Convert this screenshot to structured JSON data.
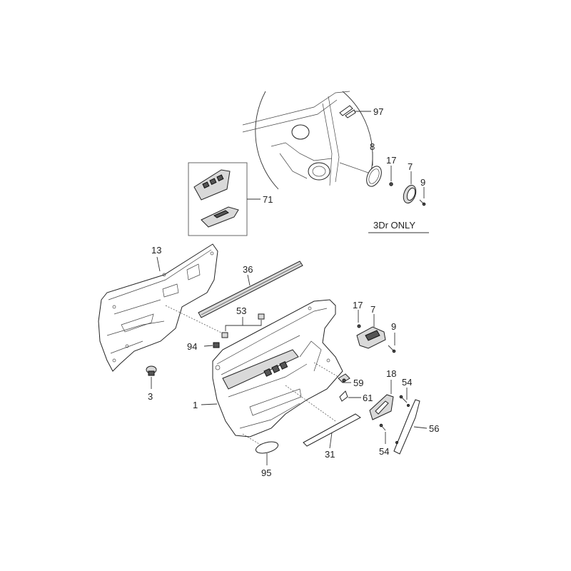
{
  "diagram": {
    "callouts": {
      "c97": "97",
      "c8": "8",
      "c17_top": "17",
      "c7_top": "7",
      "c9_top": "9",
      "c71": "71",
      "c13": "13",
      "c36": "36",
      "c53": "53",
      "c17_mid": "17",
      "c7_mid": "7",
      "c9_mid": "9",
      "c94": "94",
      "c59": "59",
      "c18": "18",
      "c54_top": "54",
      "c61": "61",
      "c3": "3",
      "c1": "1",
      "c56": "56",
      "c31": "31",
      "c54_bot": "54",
      "c95": "95"
    },
    "note_3dr": "3Dr ONLY"
  }
}
